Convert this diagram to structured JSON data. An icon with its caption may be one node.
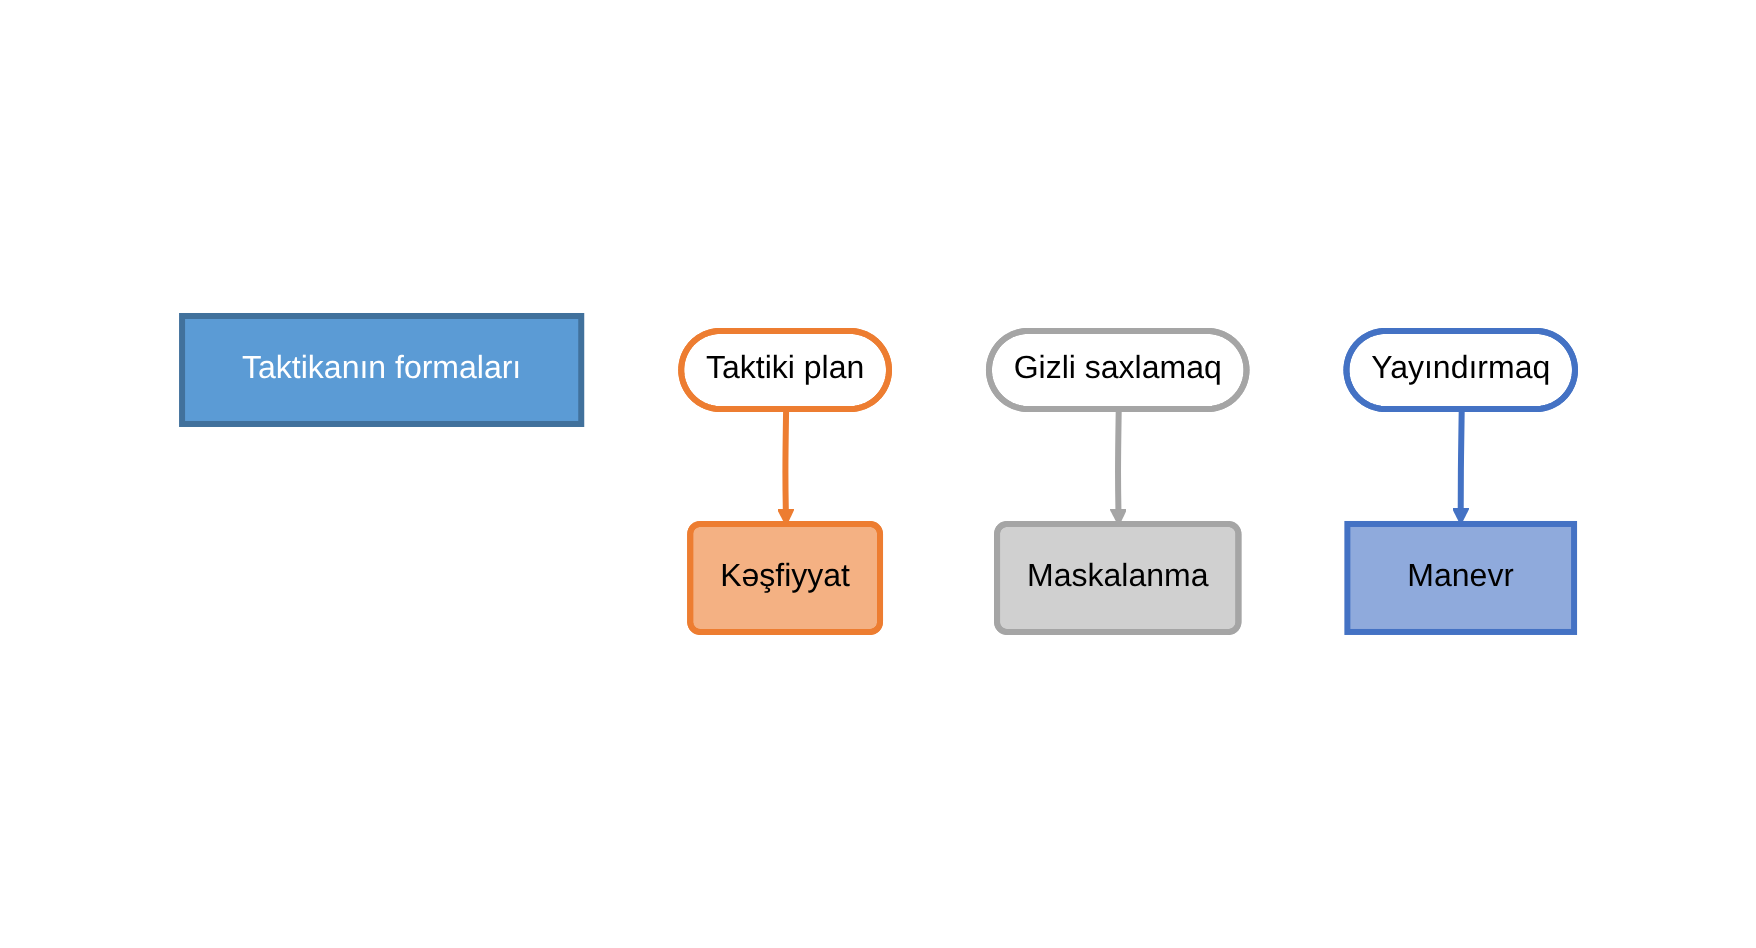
{
  "diagram": {
    "nodes": [
      {
        "text": [
          "Taktikanın formaları"
        ]
      },
      {
        "text": [
          "Kəşfiyyat"
        ]
      },
      {
        "text": [
          "Taktiki plan"
        ]
      },
      {
        "text": [
          "Maskalanma"
        ]
      },
      {
        "text": [
          "Gizli saxlamaq"
        ]
      },
      {
        "text": [
          "Manevr"
        ]
      },
      {
        "text": [
          "Yayındırmaq"
        ]
      }
    ],
    "edges": [
      {
        "from": 2,
        "to": 1,
        "arrow": "to",
        "color": "#ed7d31"
      },
      {
        "from": 4,
        "to": 3,
        "arrow": "to",
        "color": "#a5a5a5"
      },
      {
        "from": 6,
        "to": 5,
        "arrow": "to",
        "color": "#4472c4"
      }
    ]
  }
}
